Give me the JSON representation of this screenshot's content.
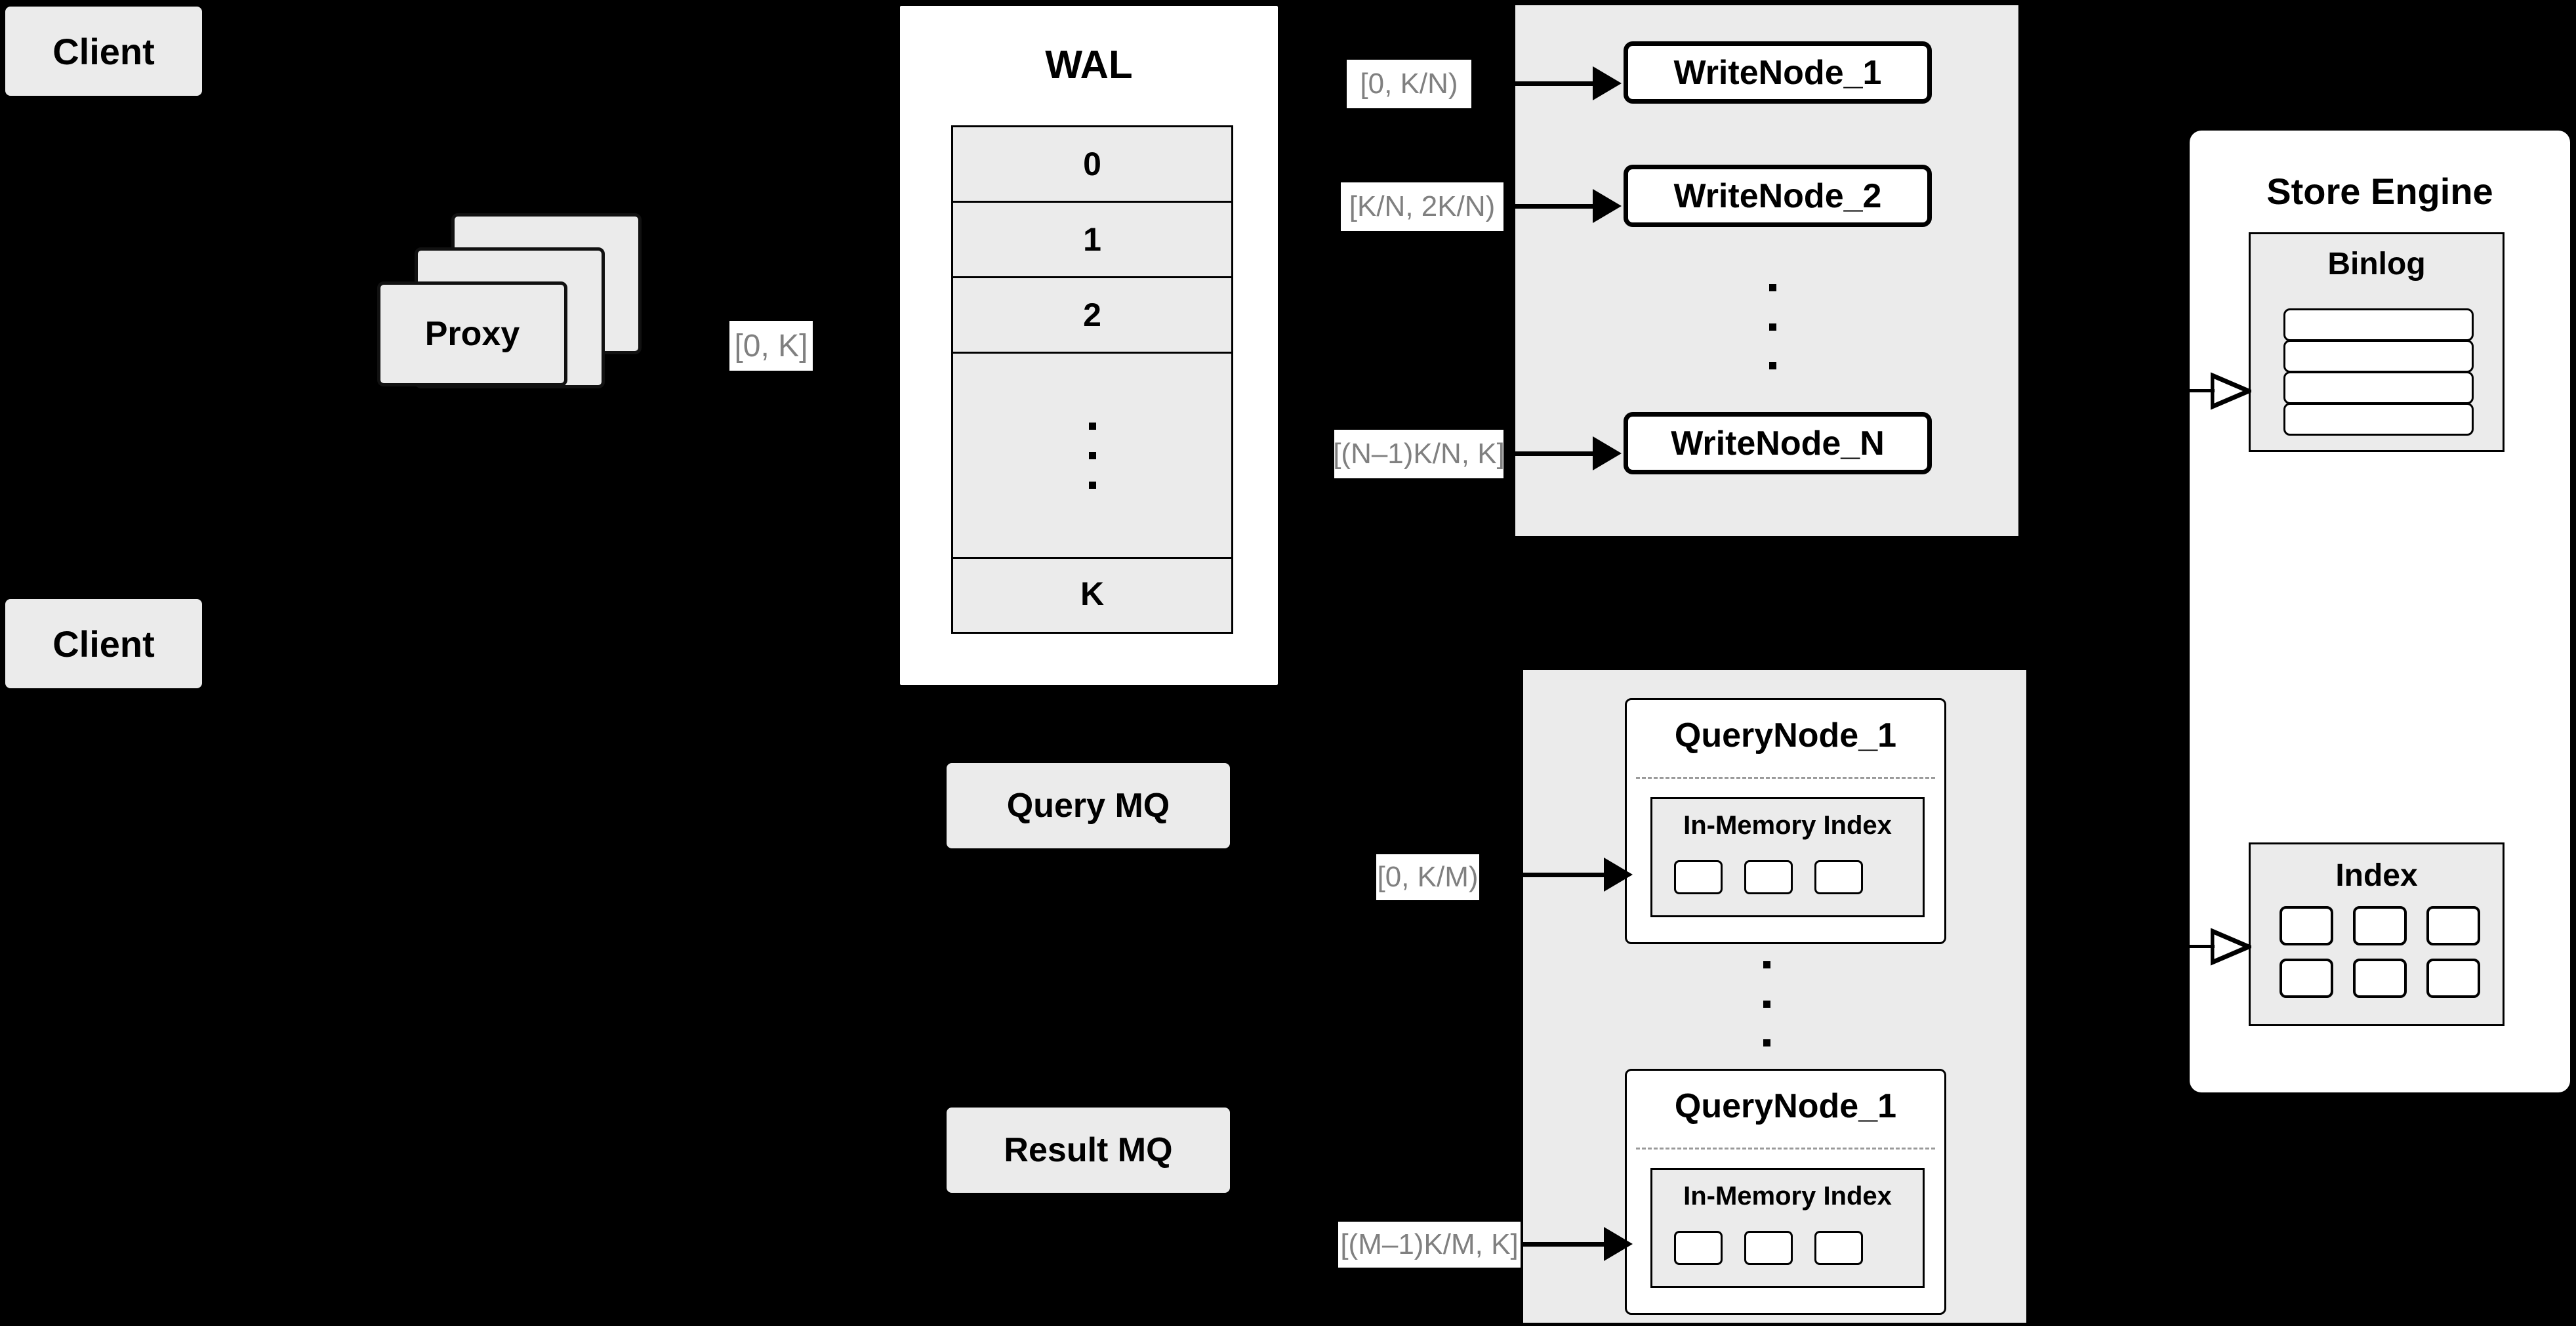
{
  "diagram": {
    "clients": [
      {
        "label": "Client"
      },
      {
        "label": "Client"
      }
    ],
    "proxy": {
      "label": "Proxy",
      "output_range": "[0, K]"
    },
    "wal": {
      "title": "WAL",
      "rows": [
        "0",
        "1",
        "2",
        "",
        "K"
      ],
      "ellipsis_row_index": 3
    },
    "write_cluster": {
      "nodes": [
        {
          "label": "WriteNode_1",
          "range": "[0,  K/N)"
        },
        {
          "label": "WriteNode_2",
          "range": "[K/N, 2K/N)"
        },
        {
          "label": "WriteNode_N",
          "range": "[(N–1)K/N,  K]"
        }
      ]
    },
    "query_cluster": {
      "nodes": [
        {
          "label": "QueryNode_1",
          "range": "[0, K/M)",
          "index": {
            "title": "In-Memory Index",
            "cells": [
              "",
              "",
              ""
            ]
          }
        },
        {
          "label": "QueryNode_1",
          "range": "[(M–1)K/M, K]",
          "index": {
            "title": "In-Memory Index",
            "cells": [
              "",
              "",
              ""
            ]
          }
        }
      ]
    },
    "queues": [
      {
        "label": "Query MQ"
      },
      {
        "label": "Result MQ"
      }
    ],
    "store_engine": {
      "title": "Store Engine",
      "binlog": {
        "title": "Binlog",
        "rows": [
          "",
          "",
          "",
          ""
        ]
      },
      "index": {
        "title": "Index",
        "cells": [
          "",
          "",
          "",
          "",
          "",
          ""
        ]
      }
    },
    "colors": {
      "background": "#000000",
      "panel_grey": "#ebebeb",
      "panel_white": "#ffffff",
      "stroke": "#000000",
      "range_label_text": "#808080",
      "dashed_sep": "#9a9a9a"
    }
  }
}
